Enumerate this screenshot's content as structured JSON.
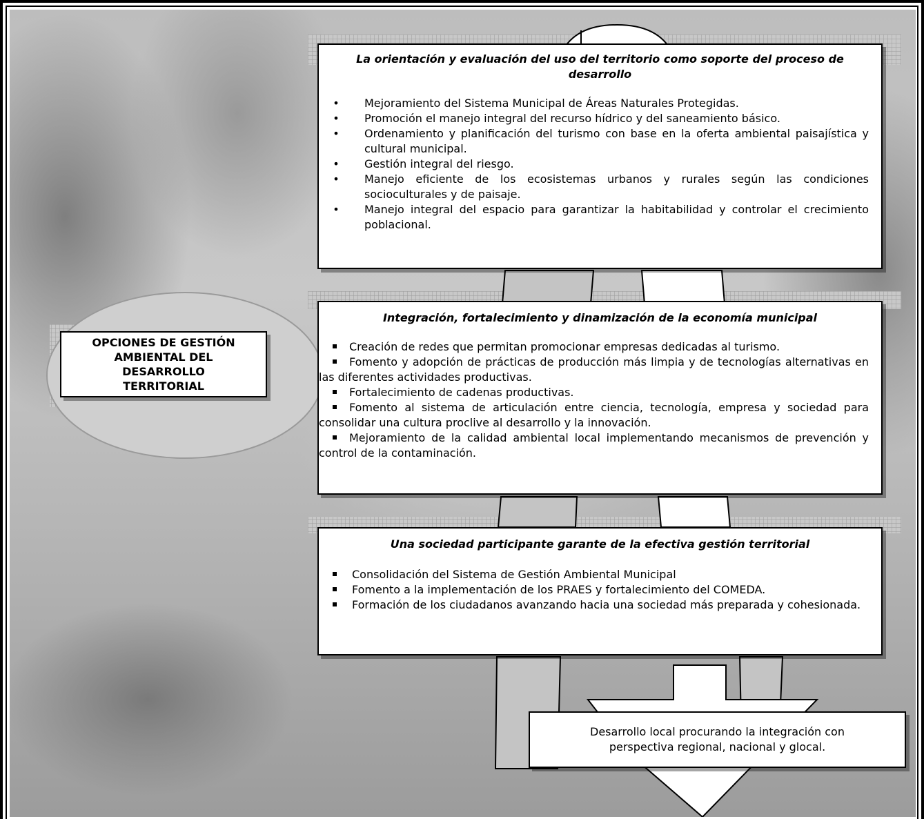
{
  "option_label": "OPCIONES DE GESTIÓN AMBIENTAL DEL DESARROLLO TERRITORIAL",
  "sections": [
    {
      "title": "La orientación y evaluación del uso del territorio como soporte del proceso de desarrollo",
      "bullet_style": "round",
      "items": [
        "Mejoramiento del Sistema Municipal de Áreas Naturales Protegidas.",
        "Promoción el manejo integral del recurso hídrico y del saneamiento básico.",
        "Ordenamiento y planificación del turismo con base en la oferta ambiental paisajística y cultural municipal.",
        "Gestión integral del riesgo.",
        "Manejo eficiente de los ecosistemas urbanos y rurales según las condiciones socioculturales y de paisaje.",
        "Manejo integral del espacio para garantizar la habitabilidad y controlar el crecimiento poblacional."
      ]
    },
    {
      "title": "Integración, fortalecimiento y dinamización de la economía municipal",
      "bullet_style": "square",
      "items": [
        "Creación de redes que permitan promocionar empresas dedicadas al turismo.",
        "Fomento y adopción de prácticas de producción más limpia y de tecnologías alternativas en las diferentes actividades productivas.",
        "Fortalecimiento de cadenas productivas.",
        "Fomento al sistema de articulación entre ciencia, tecnología, empresa y sociedad para consolidar una cultura proclive al desarrollo y la innovación.",
        "Mejoramiento de la calidad ambiental local implementando mecanismos de prevención y control de la contaminación."
      ]
    },
    {
      "title": "Una sociedad participante garante de la efectiva gestión territorial",
      "bullet_style": "square",
      "items": [
        "Consolidación del Sistema de Gestión Ambiental Municipal",
        "Fomento a la implementación de los PRAES y fortalecimiento del COMEDA.",
        "Formación de los ciudadanos avanzando hacia una sociedad más preparada y cohesionada."
      ]
    }
  ],
  "result_text": "Desarrollo local procurando la integración con perspectiva regional, nacional y glocal.",
  "colors": {
    "frame": "#000000",
    "box_fill": "#ffffff",
    "connector_fill": "#c4c4c4",
    "grid_pattern": "#9a9a9a",
    "oval_fill": "#cfcfcf"
  }
}
